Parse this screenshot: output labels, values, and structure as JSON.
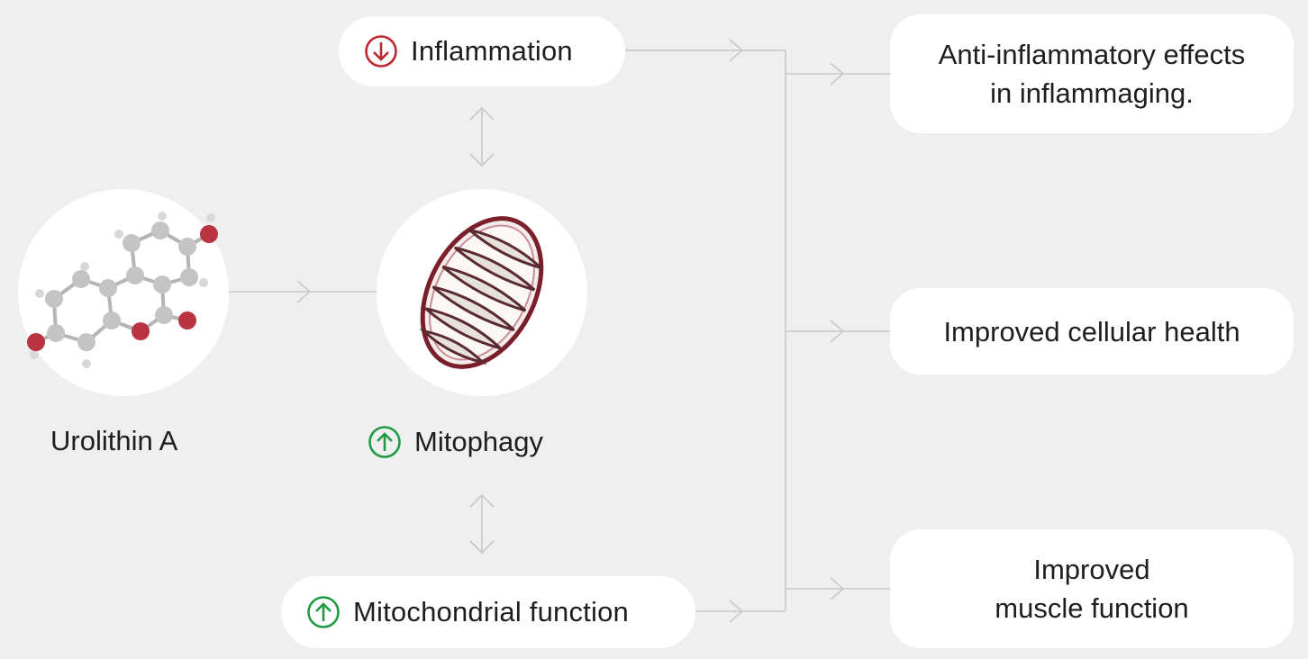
{
  "nodes": {
    "inflammation": {
      "label": "Inflammation",
      "icon": "down-arrow-circle-icon",
      "color": "#c0272d"
    },
    "urolithin": {
      "label": "Urolithin A",
      "icon": "molecule-icon"
    },
    "mitophagy": {
      "label": "Mitophagy",
      "icon": "up-arrow-circle-icon",
      "color": "#1f9a45"
    },
    "mito_function": {
      "label": "Mitochondrial function",
      "icon": "up-arrow-circle-icon",
      "color": "#1f9a45"
    },
    "mitochondrion": {
      "icon": "mitochondrion-icon"
    }
  },
  "outcomes": [
    {
      "line1": "Anti-inflammatory effects",
      "line2": "in inflammaging."
    },
    {
      "line1": "Improved cellular health",
      "line2": ""
    },
    {
      "line1": "Improved",
      "line2": "muscle function"
    }
  ],
  "colors": {
    "background": "#efefef",
    "connector": "#c8c8c8",
    "down": "#c0272d",
    "up": "#1f9a45"
  }
}
